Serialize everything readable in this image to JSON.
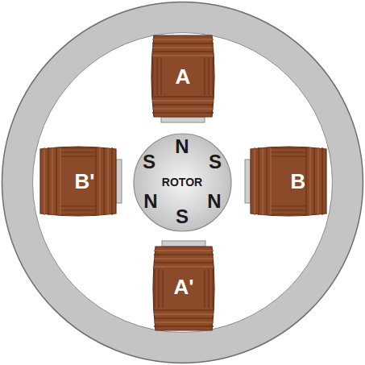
{
  "diagram": {
    "nodes": [
      {
        "text": [
          "A"
        ]
      },
      {
        "text": [
          "B'"
        ]
      },
      {
        "text": [
          "N",
          "S",
          "S",
          "ROTOR",
          "N",
          "N",
          "S"
        ]
      },
      {
        "text": [
          "B"
        ]
      },
      {
        "text": [
          "A'"
        ]
      }
    ]
  }
}
